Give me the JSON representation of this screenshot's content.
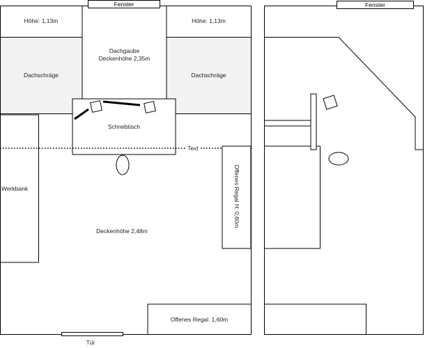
{
  "left_plan": {
    "window_top": "Fenster",
    "height_left": "Höhe: 1,13m",
    "height_right": "Höhe: 1,13m",
    "dormer_line1": "Dachgaube",
    "dormer_line2": "Deckenhöhe 2,35m",
    "slope_left": "Dachschräge",
    "slope_right": "Dachschräge",
    "desk": "Schreibtisch",
    "dotted_line_label": "Text",
    "workbench": "Werkbank",
    "ceiling_height": "Deckenhöhe 2,48m",
    "shelf_tall": "Offenes Regal H: 0,80m",
    "shelf_bottom": "Offenes Regal: 1,60m",
    "door": "Tür"
  },
  "right_plan": {
    "window_top": "Fenster"
  }
}
